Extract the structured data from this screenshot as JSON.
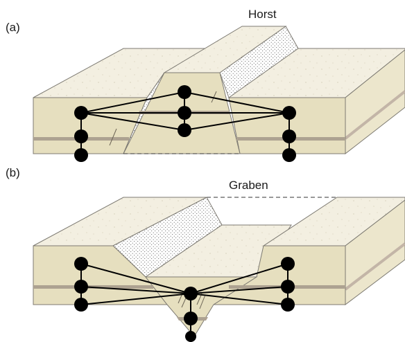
{
  "panels": [
    {
      "id": "a",
      "label": "(a)",
      "title": "Horst"
    },
    {
      "id": "b",
      "label": "(b)",
      "title": "Graben"
    }
  ],
  "colors": {
    "top_surface": "#f3efe1",
    "front_face": "#e6dfbf",
    "side_face": "#ece6cc",
    "marker_bed": "#ada291",
    "fault_plane": "#ffffff",
    "node": "#000000",
    "edge": "#000000",
    "outline": "#7d7a72"
  }
}
